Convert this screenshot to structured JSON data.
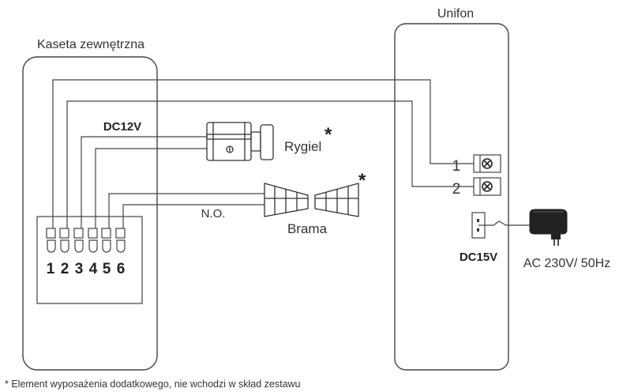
{
  "outdoor_panel": {
    "title": "Kaseta zewnętrzna",
    "terminals": [
      "1",
      "2",
      "3",
      "4",
      "5",
      "6"
    ]
  },
  "unifon": {
    "title": "Unifon",
    "terminals": [
      "1",
      "2"
    ],
    "power_label": "DC15V"
  },
  "lock": {
    "label": "Rygiel",
    "supply_label": "DC12V",
    "asterisk": "*"
  },
  "gate": {
    "label": "Brama",
    "contact_label": "N.O.",
    "asterisk": "*"
  },
  "adapter": {
    "label": "AC 230V/ 50Hz"
  },
  "footnote": "* Element wyposażenia dodatkowego, nie wchodzi w skład zestawu"
}
